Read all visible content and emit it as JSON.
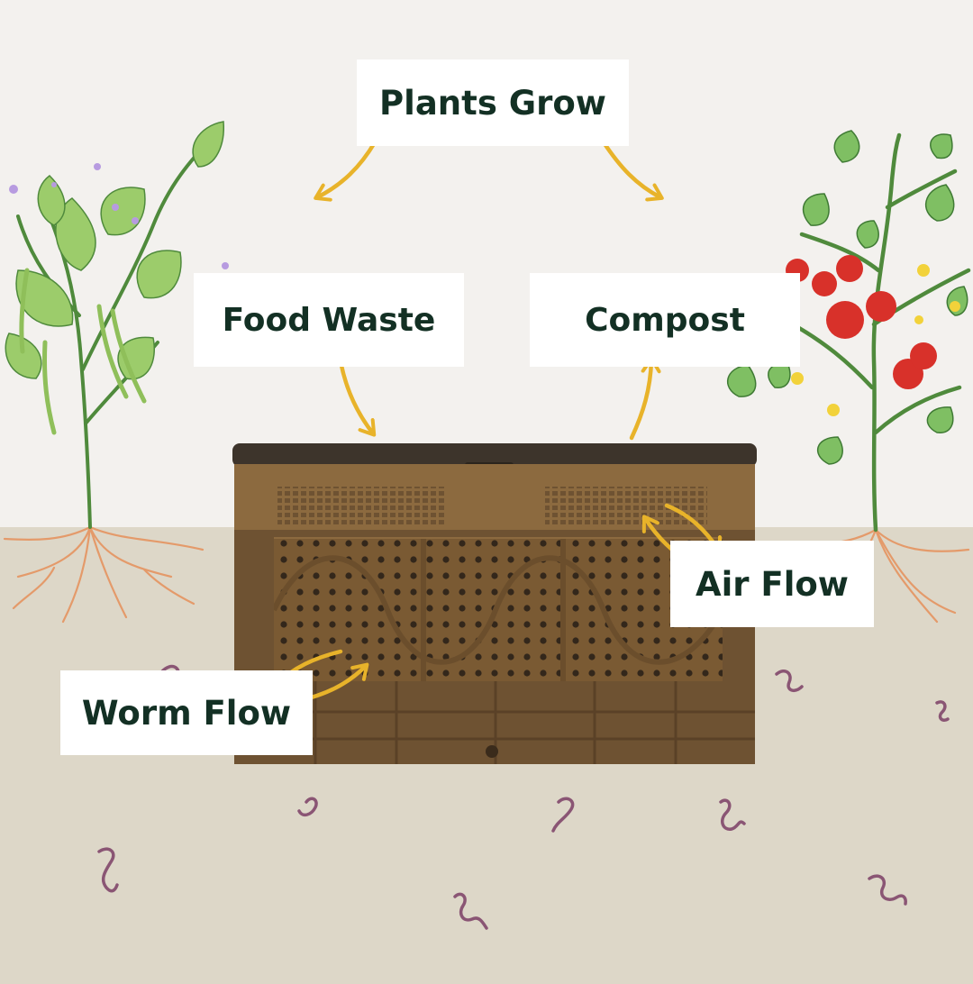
{
  "labels": {
    "plants_grow": "Plants Grow",
    "food_waste": "Food Waste",
    "compost": "Compost",
    "air_flow": "Air Flow",
    "worm_flow": "Worm Flow"
  },
  "colors": {
    "sky": "#f3f1ee",
    "soil": "#ddd7c8",
    "arrow": "#e8b32a",
    "label_text": "#133024",
    "bin_body": "#8c6a3f",
    "bin_lid": "#3d342b",
    "leaf": "#7fb45a",
    "stem": "#4f8a3c",
    "tomato": "#d8312a",
    "root": "#e49a6a",
    "worm": "#8a5574"
  },
  "icons": [
    "bean-plant-icon",
    "tomato-plant-icon",
    "compost-bin-icon",
    "worm-icon"
  ]
}
